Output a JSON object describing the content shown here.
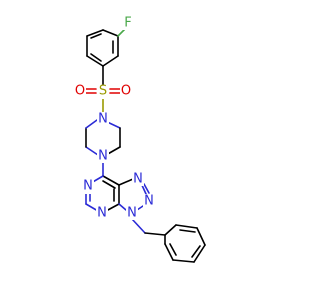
{
  "atoms": {
    "fluorine": "F",
    "sulfur": "S",
    "oxygen": "O",
    "nitrogen": "N"
  },
  "colors": {
    "carbon_bond": "#000000",
    "nitrogen": "#2b2bd6",
    "oxygen": "#e00000",
    "sulfur": "#9a9a00",
    "fluorine": "#4aa84a",
    "background": "#ffffff"
  }
}
